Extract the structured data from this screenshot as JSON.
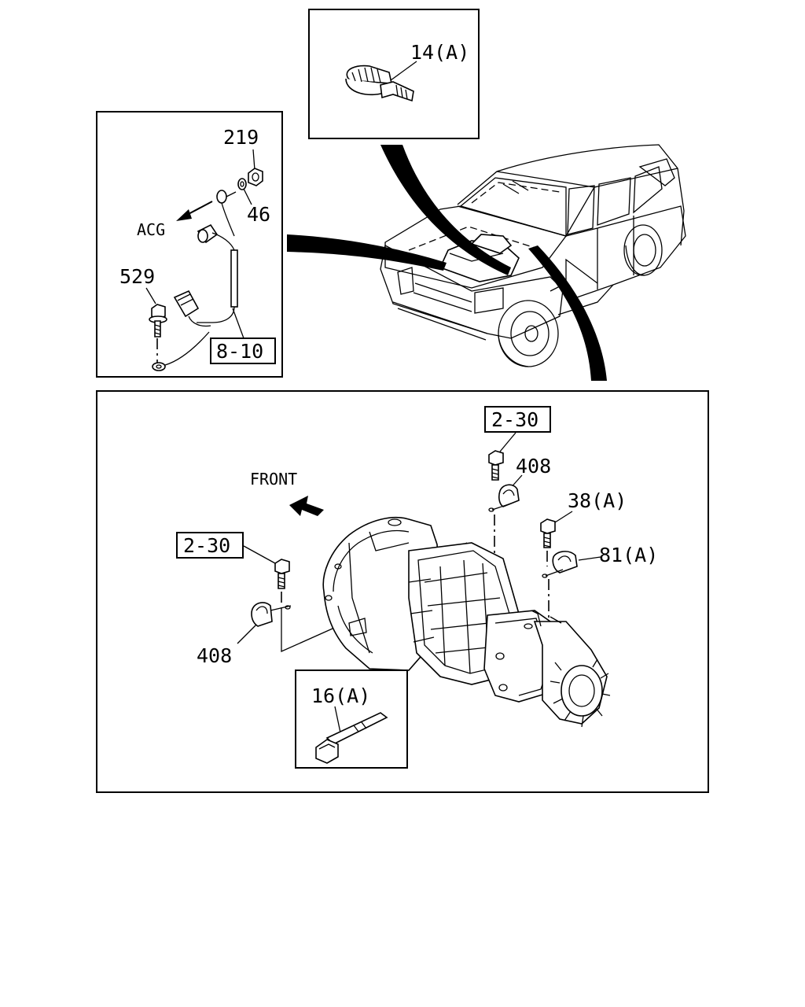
{
  "callouts": {
    "top_clamp": "14(A)",
    "acg_nut": "219",
    "acg_washer": "46",
    "acg_direction": "ACG",
    "acg_bolt": "529",
    "acg_harness_ref": "8-10",
    "trans_ref_upper": "2-30",
    "trans_clip_upper": "408",
    "trans_bolt_right": "38(A)",
    "trans_clip_right": "81(A)",
    "trans_ref_left": "2-30",
    "trans_clip_left": "408",
    "front_direction": "FRONT",
    "cable_tie": "16(A)"
  }
}
